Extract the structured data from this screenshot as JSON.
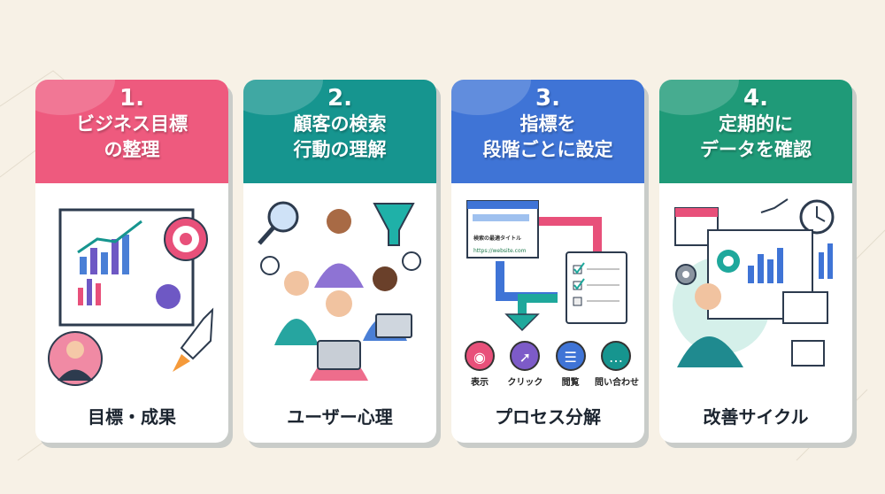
{
  "colors": {
    "card1": "#ee5a7e",
    "card2": "#16958f",
    "card3": "#3f74d6",
    "card4": "#1f9a78",
    "background": "#f7f1e6"
  },
  "cards": [
    {
      "number": "1.",
      "title_lines": [
        "ビジネス目標",
        "の整理"
      ],
      "footer": "目標・成果"
    },
    {
      "number": "2.",
      "title_lines": [
        "顧客の検索",
        "行動の理解"
      ],
      "footer": "ユーザー心理"
    },
    {
      "number": "3.",
      "title_lines": [
        "指標を",
        "段階ごとに設定"
      ],
      "footer": "プロセス分解",
      "browser_title": "検索の最適タイトル",
      "browser_url": "https://website.com",
      "steps": [
        {
          "label": "表示",
          "icon": "eye-icon",
          "color": "#e8507a"
        },
        {
          "label": "クリック",
          "icon": "cursor-icon",
          "color": "#7d5bc8"
        },
        {
          "label": "閲覧",
          "icon": "document-icon",
          "color": "#3f74d6"
        },
        {
          "label": "問い合わせ",
          "icon": "chat-icon",
          "color": "#16958f"
        }
      ]
    },
    {
      "number": "4.",
      "title_lines": [
        "定期的に",
        "データを確認"
      ],
      "footer": "改善サイクル"
    }
  ]
}
